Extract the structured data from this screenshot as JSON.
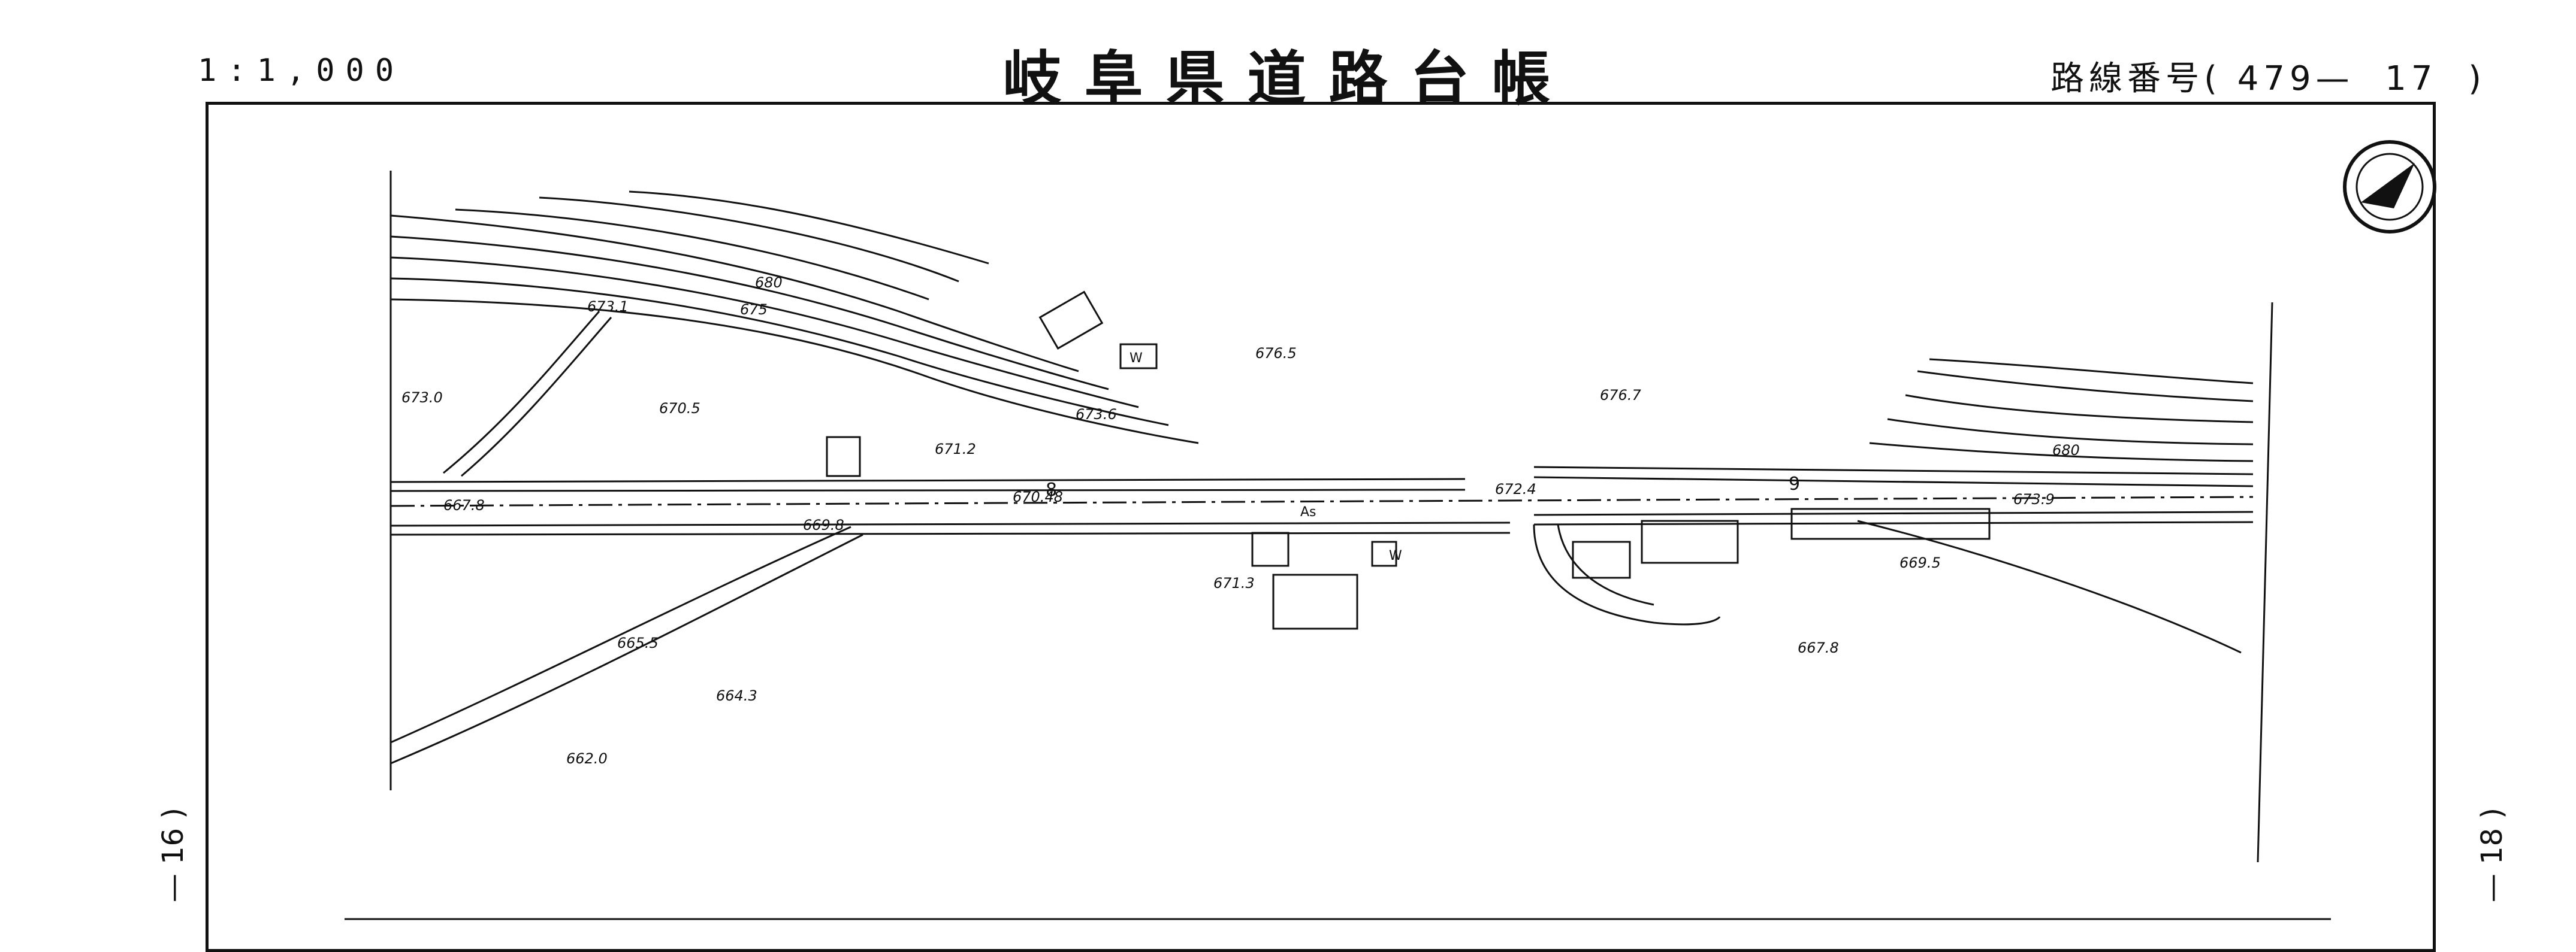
{
  "header": {
    "scale": "1:1,000",
    "title": "岐阜県道路台帳",
    "route_label": "路線番号",
    "route_open": "(",
    "route_number": "479—",
    "sheet_number": "17",
    "route_close": ")"
  },
  "side_refs": {
    "left": "— 16 )",
    "right": "— 18 )"
  },
  "map": {
    "elevations": [
      "673.1",
      "673.0",
      "670.5",
      "675",
      "680",
      "676.5",
      "673.6",
      "671.2",
      "676.7",
      "680",
      "667.8",
      "670.48",
      "672.4",
      "673.9",
      "669.8",
      "671.3",
      "669.5",
      "665.5",
      "667.8",
      "664.3",
      "662.0"
    ],
    "station_labels": [
      "8",
      "9"
    ],
    "surface_label": "As",
    "building_marks": [
      "W",
      "W"
    ]
  },
  "colors": {
    "ink": "#111111",
    "paper": "#ffffff"
  }
}
